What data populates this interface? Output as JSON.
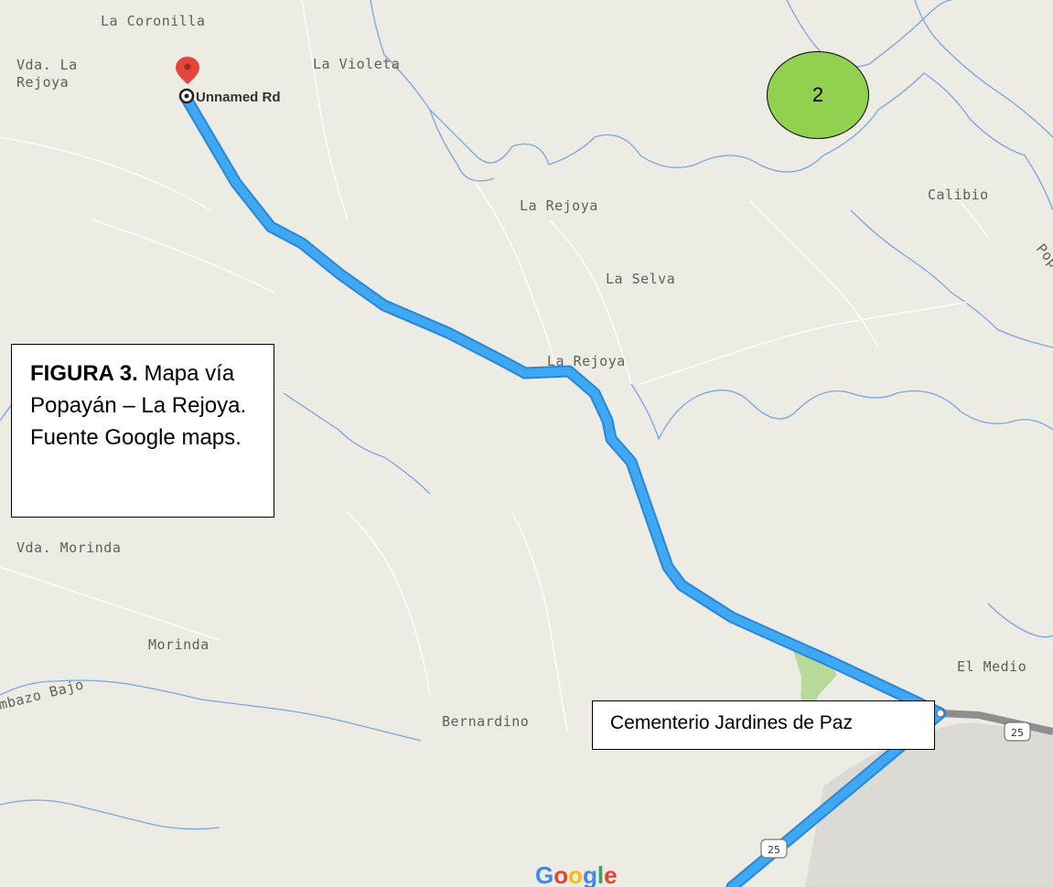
{
  "map": {
    "place_labels": {
      "la_coronilla": "La Coronilla",
      "vda_la_rejoya_1": "Vda. La",
      "vda_la_rejoya_2": "Rejoya",
      "la_violeta": "La Violeta",
      "la_rejoya_north": "La Rejoya",
      "la_selva": "La Selva",
      "la_rejoya_center": "La Rejoya",
      "calibio": "Calibio",
      "vda_morinda": "Vda. Morinda",
      "morinda": "Morinda",
      "bernardino": "Bernardino",
      "el_medio": "El Medio",
      "mbazo_bajo": "mbazo Bajo",
      "popayan_partial": "Popa"
    },
    "destination_label": "Unnamed Rd",
    "highway_shield": "25",
    "highway_shield_2": "25",
    "logo": "Google",
    "colors": {
      "route": "#3ea8f2",
      "land": "#ecebe4",
      "water": "#7aa6dd",
      "pin": "#e5443c",
      "bubble": "#92d050"
    }
  },
  "annotations": {
    "figure_bold": "FIGURA 3.",
    "figure_text": " Mapa vía Popayán – La Rejoya. Fuente Google maps.",
    "place_box": "Cementerio Jardines de Paz",
    "bubble_number": "2"
  }
}
